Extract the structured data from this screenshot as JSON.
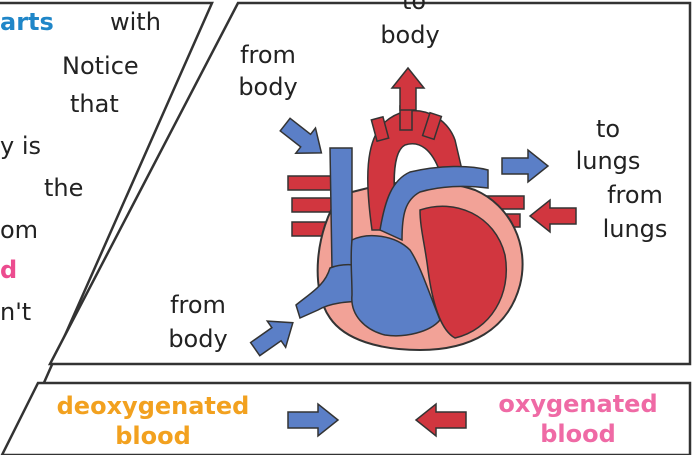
{
  "left_panel": {
    "lines": [
      "arts",
      "with",
      "Notice",
      "that",
      "y is",
      "the",
      "om",
      "d",
      "n't"
    ]
  },
  "heart_diagram": {
    "labels": {
      "top_to_body_1": "to",
      "top_to_body_2": "body",
      "from_body_top_1": "from",
      "from_body_top_2": "body",
      "to_lungs_1": "to",
      "to_lungs_2": "lungs",
      "from_lungs_1": "from",
      "from_lungs_2": "lungs",
      "from_body_bottom_1": "from",
      "from_body_bottom_2": "body"
    }
  },
  "legend": {
    "deoxygenated_1": "deoxygenated",
    "deoxygenated_2": "blood",
    "oxygenated_1": "oxygenated",
    "oxygenated_2": "blood"
  },
  "colors": {
    "deoxygenated": "#5b7fc7",
    "oxygenated": "#d1363f",
    "heart_pink": "#f2a297",
    "border": "#333333"
  }
}
